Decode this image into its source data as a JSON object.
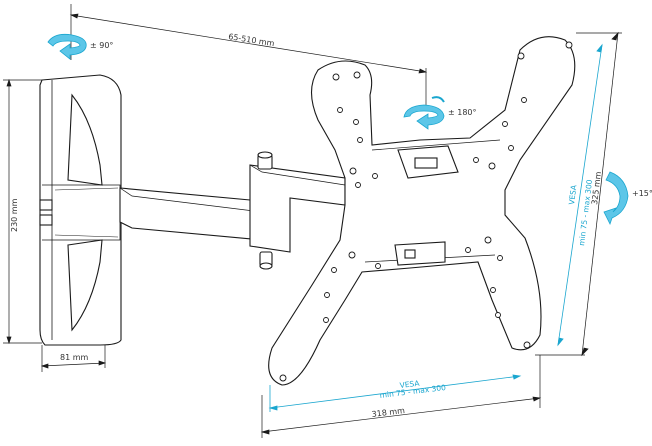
{
  "dimensions": {
    "arm_reach": "65-510 mm",
    "wall_plate_height": "230 mm",
    "wall_plate_width": "81 mm",
    "mount_plate_height": "325 mm",
    "mount_plate_width": "318 mm"
  },
  "vesa": {
    "label": "VESA",
    "horizontal_range": "min 75 - max 300",
    "vertical_range": "min 75 - max 300"
  },
  "rotations": {
    "swivel_wall": "± 90°",
    "rotate_screen": "± 180°",
    "tilt": "+15°"
  },
  "colors": {
    "line": "#1a1a1a",
    "accent": "#1aa6cf",
    "arrow_fill": "#5cc6e8",
    "part_fill": "#ffffff"
  }
}
